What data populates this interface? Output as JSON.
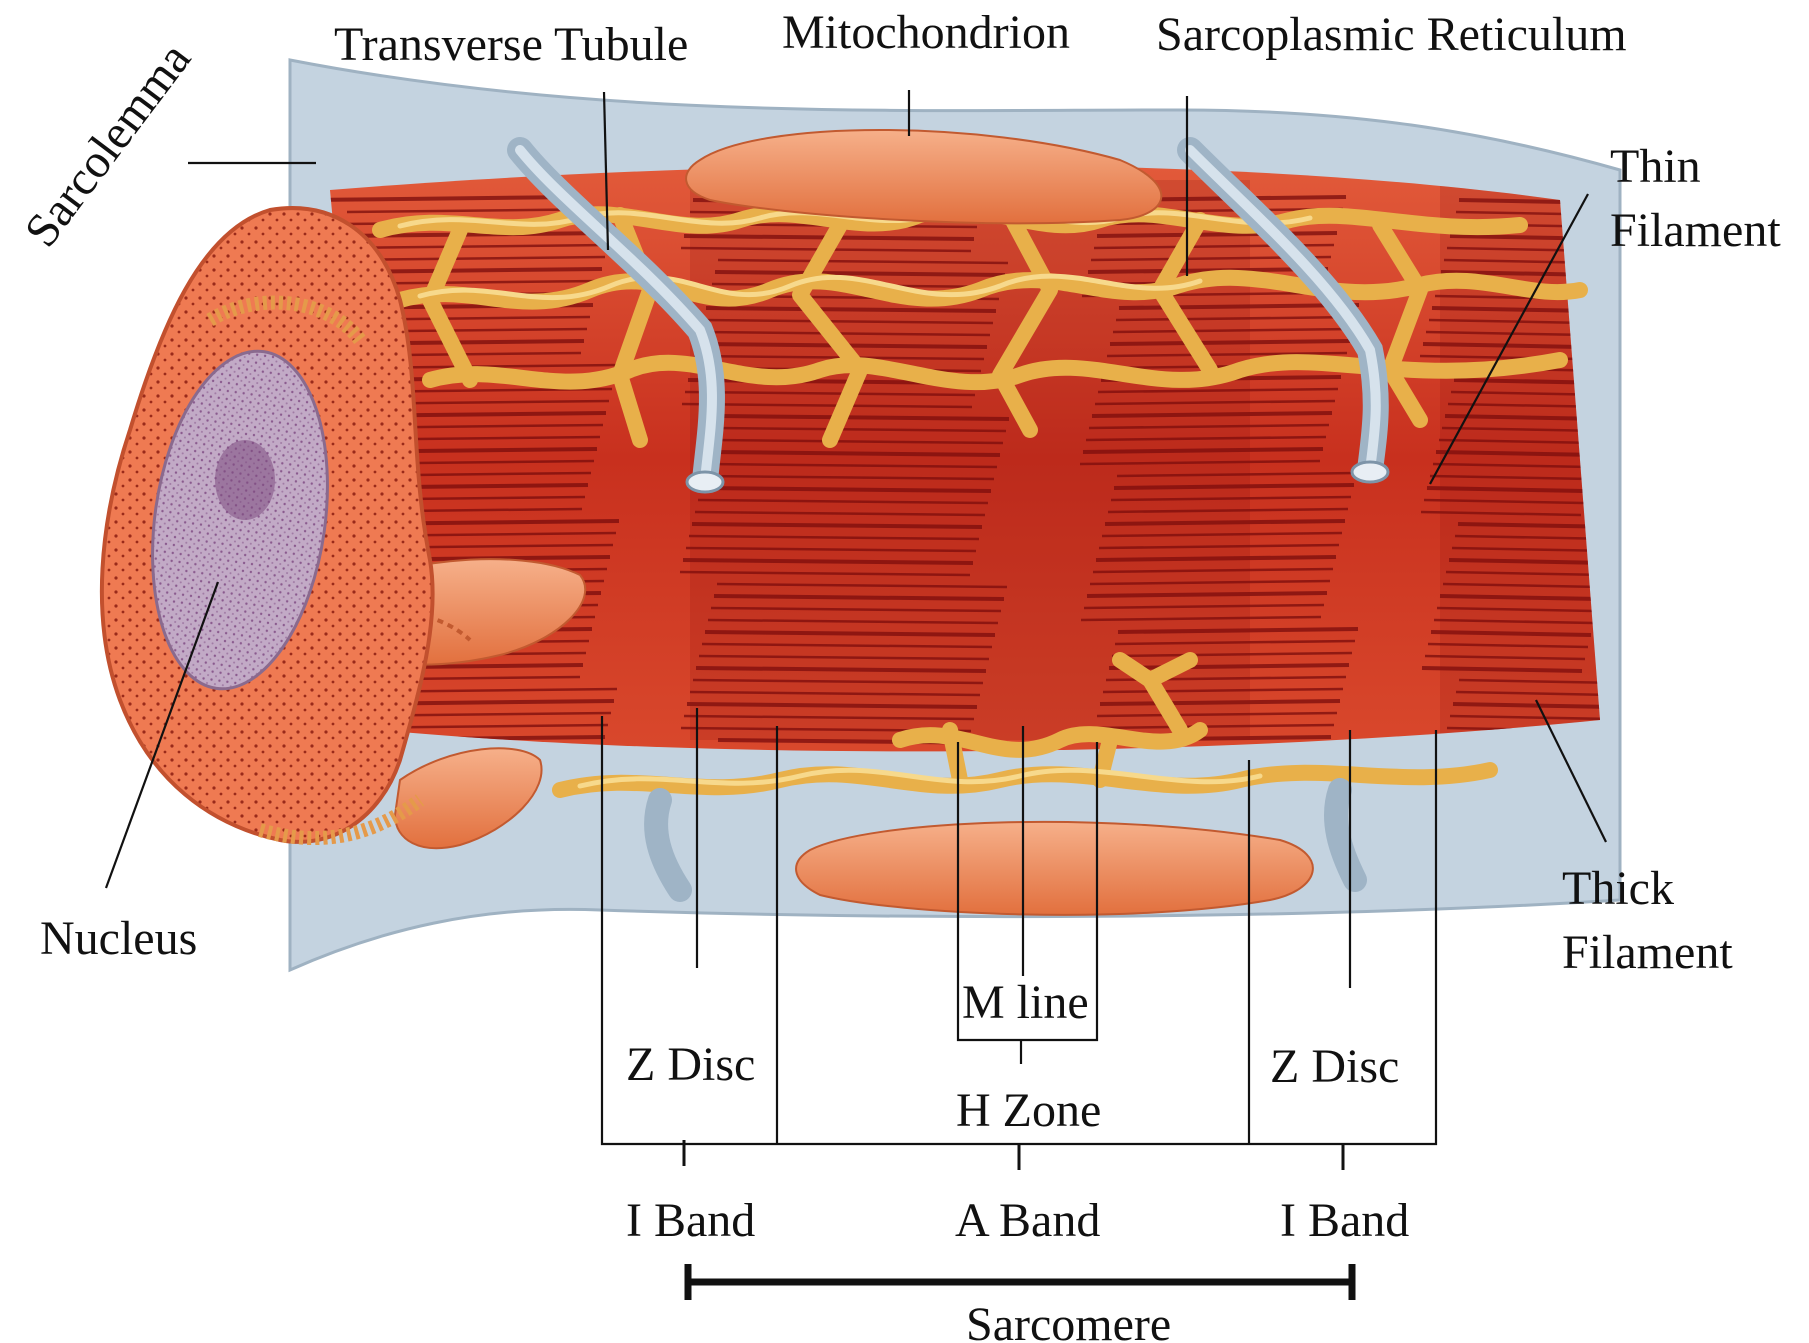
{
  "labels": {
    "sarcolemma": "Sarcolemma",
    "transverse_tubule": "Transverse Tubule",
    "mitochondrion": "Mitochondrion",
    "sarcoplasmic_reticulum": "Sarcoplasmic Reticulum",
    "thin_filament_1": "Thin",
    "thin_filament_2": "Filament",
    "thick_filament_1": "Thick",
    "thick_filament_2": "Filament",
    "nucleus": "Nucleus",
    "m_line": "M line",
    "z_disc_left": "Z Disc",
    "z_disc_right": "Z Disc",
    "h_zone": "H Zone",
    "i_band_left": "I Band",
    "a_band": "A Band",
    "i_band_right": "I Band",
    "sarcomere": "Sarcomere"
  },
  "colors": {
    "muscle": "#d8442c",
    "muscle_dark": "#a81c14",
    "stripe": "#7a0c0c",
    "reticulum": "#f0c05a",
    "membrane": "#c4d3e0",
    "mitochondrion": "#ee8c5c",
    "nucleus": "#b49ab8",
    "cut_face": "#ef7a52",
    "line": "#111111"
  }
}
